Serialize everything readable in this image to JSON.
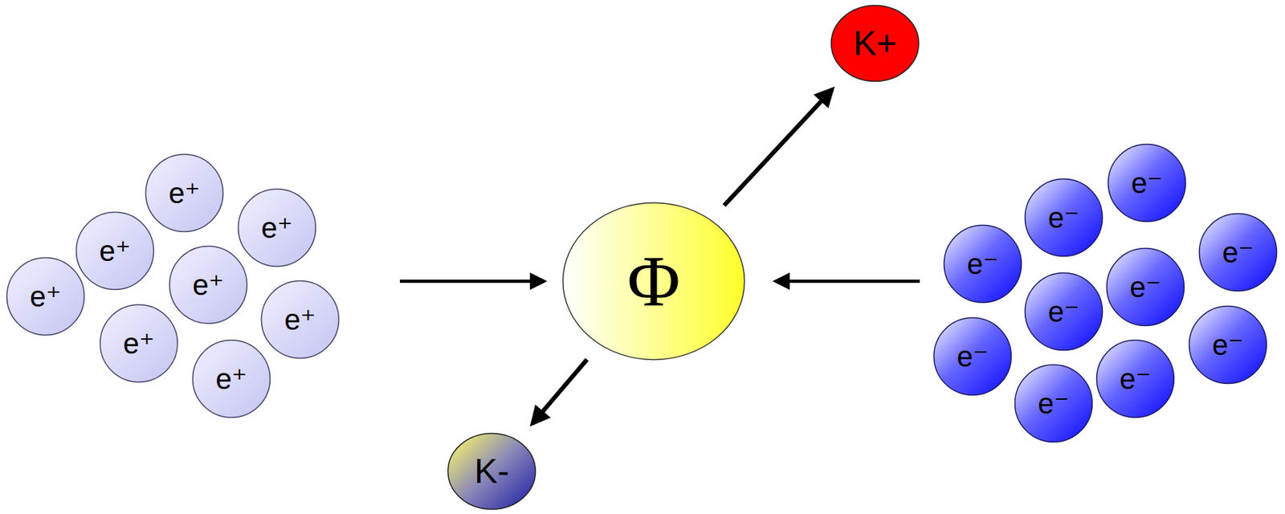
{
  "diagram": {
    "nodes": [
      {
        "text": [
          "e⁺"
        ]
      },
      {
        "text": [
          "e⁺"
        ]
      },
      {
        "text": [
          "e⁺"
        ]
      },
      {
        "text": [
          "e⁺"
        ]
      },
      {
        "text": [
          "e⁺"
        ]
      },
      {
        "text": [
          "e⁺"
        ]
      },
      {
        "text": [
          "e⁺"
        ]
      },
      {
        "text": [
          "e⁺"
        ]
      },
      {
        "text": [
          "Φ"
        ]
      },
      {
        "text": [
          "K+"
        ]
      },
      {
        "text": [
          "K-"
        ]
      },
      {
        "text": [
          "e⁻"
        ]
      },
      {
        "text": [
          "e⁻"
        ]
      },
      {
        "text": [
          "e⁻"
        ]
      },
      {
        "text": [
          "e⁻"
        ]
      },
      {
        "text": [
          "e⁻"
        ]
      },
      {
        "text": [
          "e⁻"
        ]
      },
      {
        "text": [
          "e⁻"
        ]
      },
      {
        "text": [
          "e⁻"
        ]
      },
      {
        "text": [
          "e⁻"
        ]
      },
      {
        "text": [
          "e⁻"
        ]
      }
    ],
    "edges": [
      {
        "from": 8,
        "to": 9,
        "arrow": "to"
      },
      {
        "from": 8,
        "to": 10,
        "arrow": "to"
      }
    ]
  }
}
